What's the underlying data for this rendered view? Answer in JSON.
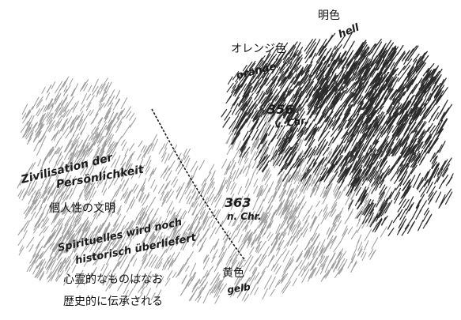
{
  "labels": {
    "light_jp": "明色",
    "light_de": "hell",
    "orange_jp": "オレンジ色",
    "orange_de": "orange",
    "date_356": "356",
    "date_356_suffix": "v. Chr.",
    "date_363": "363",
    "date_363_suffix": "n. Chr.",
    "civ_de_line1": "Zivilisation der",
    "civ_de_line2": "Persönlichkeit",
    "civ_jp": "個人性の文明",
    "spirit_de_line1": "Spirituelles wird noch",
    "spirit_de_line2": "historisch überliefert",
    "yellow_jp": "黄色",
    "yellow_de": "gelb",
    "spirit_jp_line1": "心霊的なものはなお",
    "spirit_jp_line2": "歴史的に伝承される"
  },
  "colors": {
    "ink": "#1a1a1a",
    "light_hatch": "#9a9a9a",
    "dark_hatch": "#2a2a2a"
  }
}
